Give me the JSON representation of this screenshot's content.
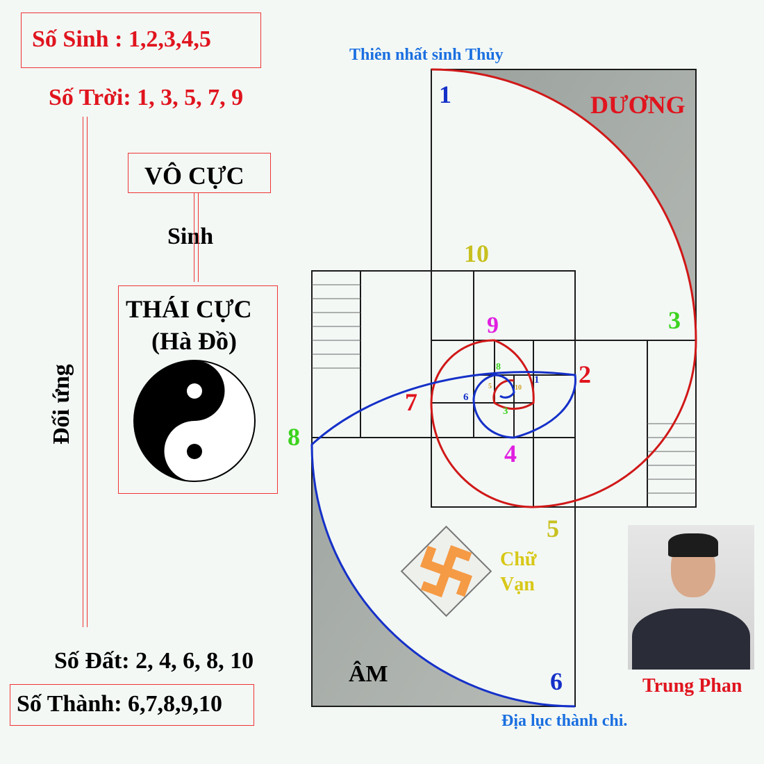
{
  "left": {
    "so_sinh": "Số Sinh   : 1,2,3,4,5",
    "so_troi": "Số Trời: 1, 3, 5, 7, 9",
    "vo_cuc": "VÔ CỰC",
    "sinh": "Sinh",
    "thai_cuc": "THÁI CỰC",
    "ha_do": "(Hà Đồ)",
    "doi_ung": "Đối ứng",
    "so_dat": "Số Đất: 2, 4, 6, 8, 10",
    "so_thanh": "Số Thành: 6,7,8,9,10"
  },
  "spiral": {
    "top_caption": "Thiên nhất sinh Thủy",
    "duong": "DƯƠNG",
    "am": "ÂM",
    "bottom_caption": "Địa lục thành chi.",
    "chu_van_1": "Chữ",
    "chu_van_2": "Vạn",
    "numbers": {
      "n1": "1",
      "n2": "2",
      "n3": "3",
      "n4": "4",
      "n5": "5",
      "n6": "6",
      "n7": "7",
      "n8": "8",
      "n9": "9",
      "n10": "10",
      "s1": "1",
      "s3": "3",
      "s5": "5",
      "s6": "6",
      "s8": "8",
      "s10": "10"
    }
  },
  "author": {
    "name": "Trung Phan"
  },
  "colors": {
    "red": "#e0141e",
    "blue": "#1530c8",
    "green": "#3cd31e",
    "yellow": "#c8c020",
    "magenta": "#e020e0",
    "caption_blue": "#1a6fe0"
  }
}
